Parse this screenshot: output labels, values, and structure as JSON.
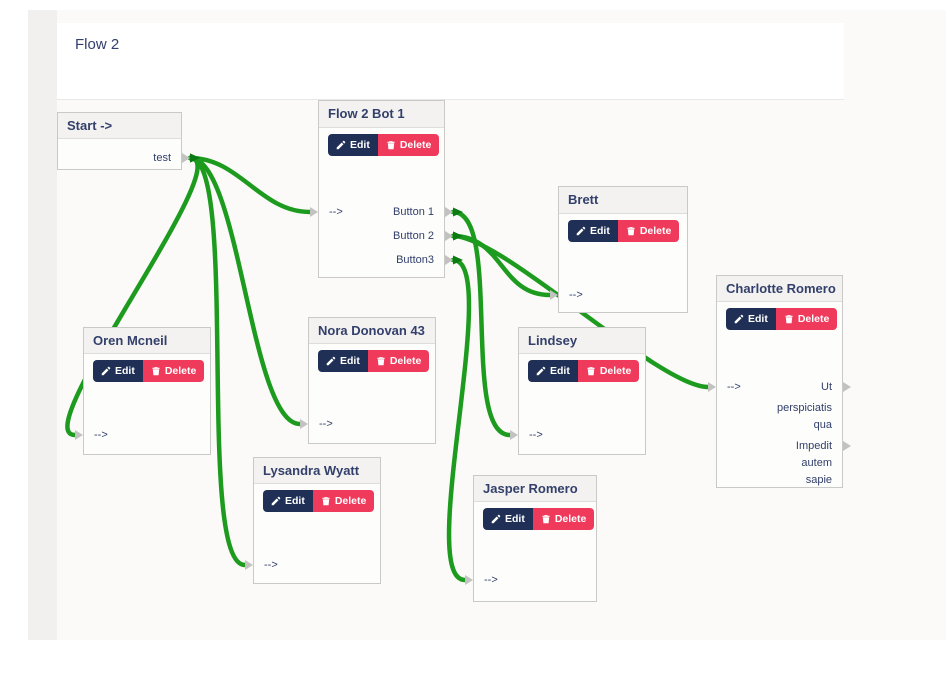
{
  "page": {
    "title": "Flow 2"
  },
  "colors": {
    "link_green": "#1d9b1f",
    "arrow_green": "#0c7a12",
    "edit_navy": "#1f2f55",
    "delete_pink": "#ef3a5c",
    "canvas_bg": "#fbfaf8",
    "text_navy": "#33406b"
  },
  "icons": {
    "edit": "edit-pencil-icon",
    "delete": "trash-icon",
    "port": "port-triangle-icon"
  },
  "buttons": {
    "edit": "Edit",
    "delete": "Delete"
  },
  "nodes": {
    "start": {
      "title": "Start ->",
      "out_label": "test"
    },
    "bot": {
      "title": "Flow 2 Bot 1",
      "in_label": "-->",
      "out1": "Button 1",
      "out2": "Button 2",
      "out3": "Button3"
    },
    "brett": {
      "title": "Brett",
      "in_label": "-->"
    },
    "charlotte": {
      "title": "Charlotte Romero",
      "in_label": "-->",
      "out1_lines": [
        "Ut",
        "perspiciatis",
        "qua"
      ],
      "out2_lines": [
        "Impedit",
        "autem",
        "sapie"
      ]
    },
    "oren": {
      "title": "Oren Mcneil",
      "in_label": "-->"
    },
    "nora": {
      "title": "Nora Donovan 43",
      "in_label": "-->"
    },
    "lindsey": {
      "title": "Lindsey",
      "in_label": "-->"
    },
    "lysandra": {
      "title": "Lysandra Wyatt",
      "in_label": "-->"
    },
    "jasper": {
      "title": "Jasper Romero",
      "in_label": "-->"
    }
  },
  "links": [
    {
      "from": "start.test",
      "to": "bot.in"
    },
    {
      "from": "start.test",
      "to": "oren.in"
    },
    {
      "from": "start.test",
      "to": "nora.in"
    },
    {
      "from": "start.test",
      "to": "lysandra.in"
    },
    {
      "from": "bot.button1",
      "to": "lindsey.in"
    },
    {
      "from": "bot.button2",
      "to": "brett.in"
    },
    {
      "from": "bot.button2",
      "to": "charlotte.in"
    },
    {
      "from": "bot.button3",
      "to": "jasper.in"
    }
  ]
}
